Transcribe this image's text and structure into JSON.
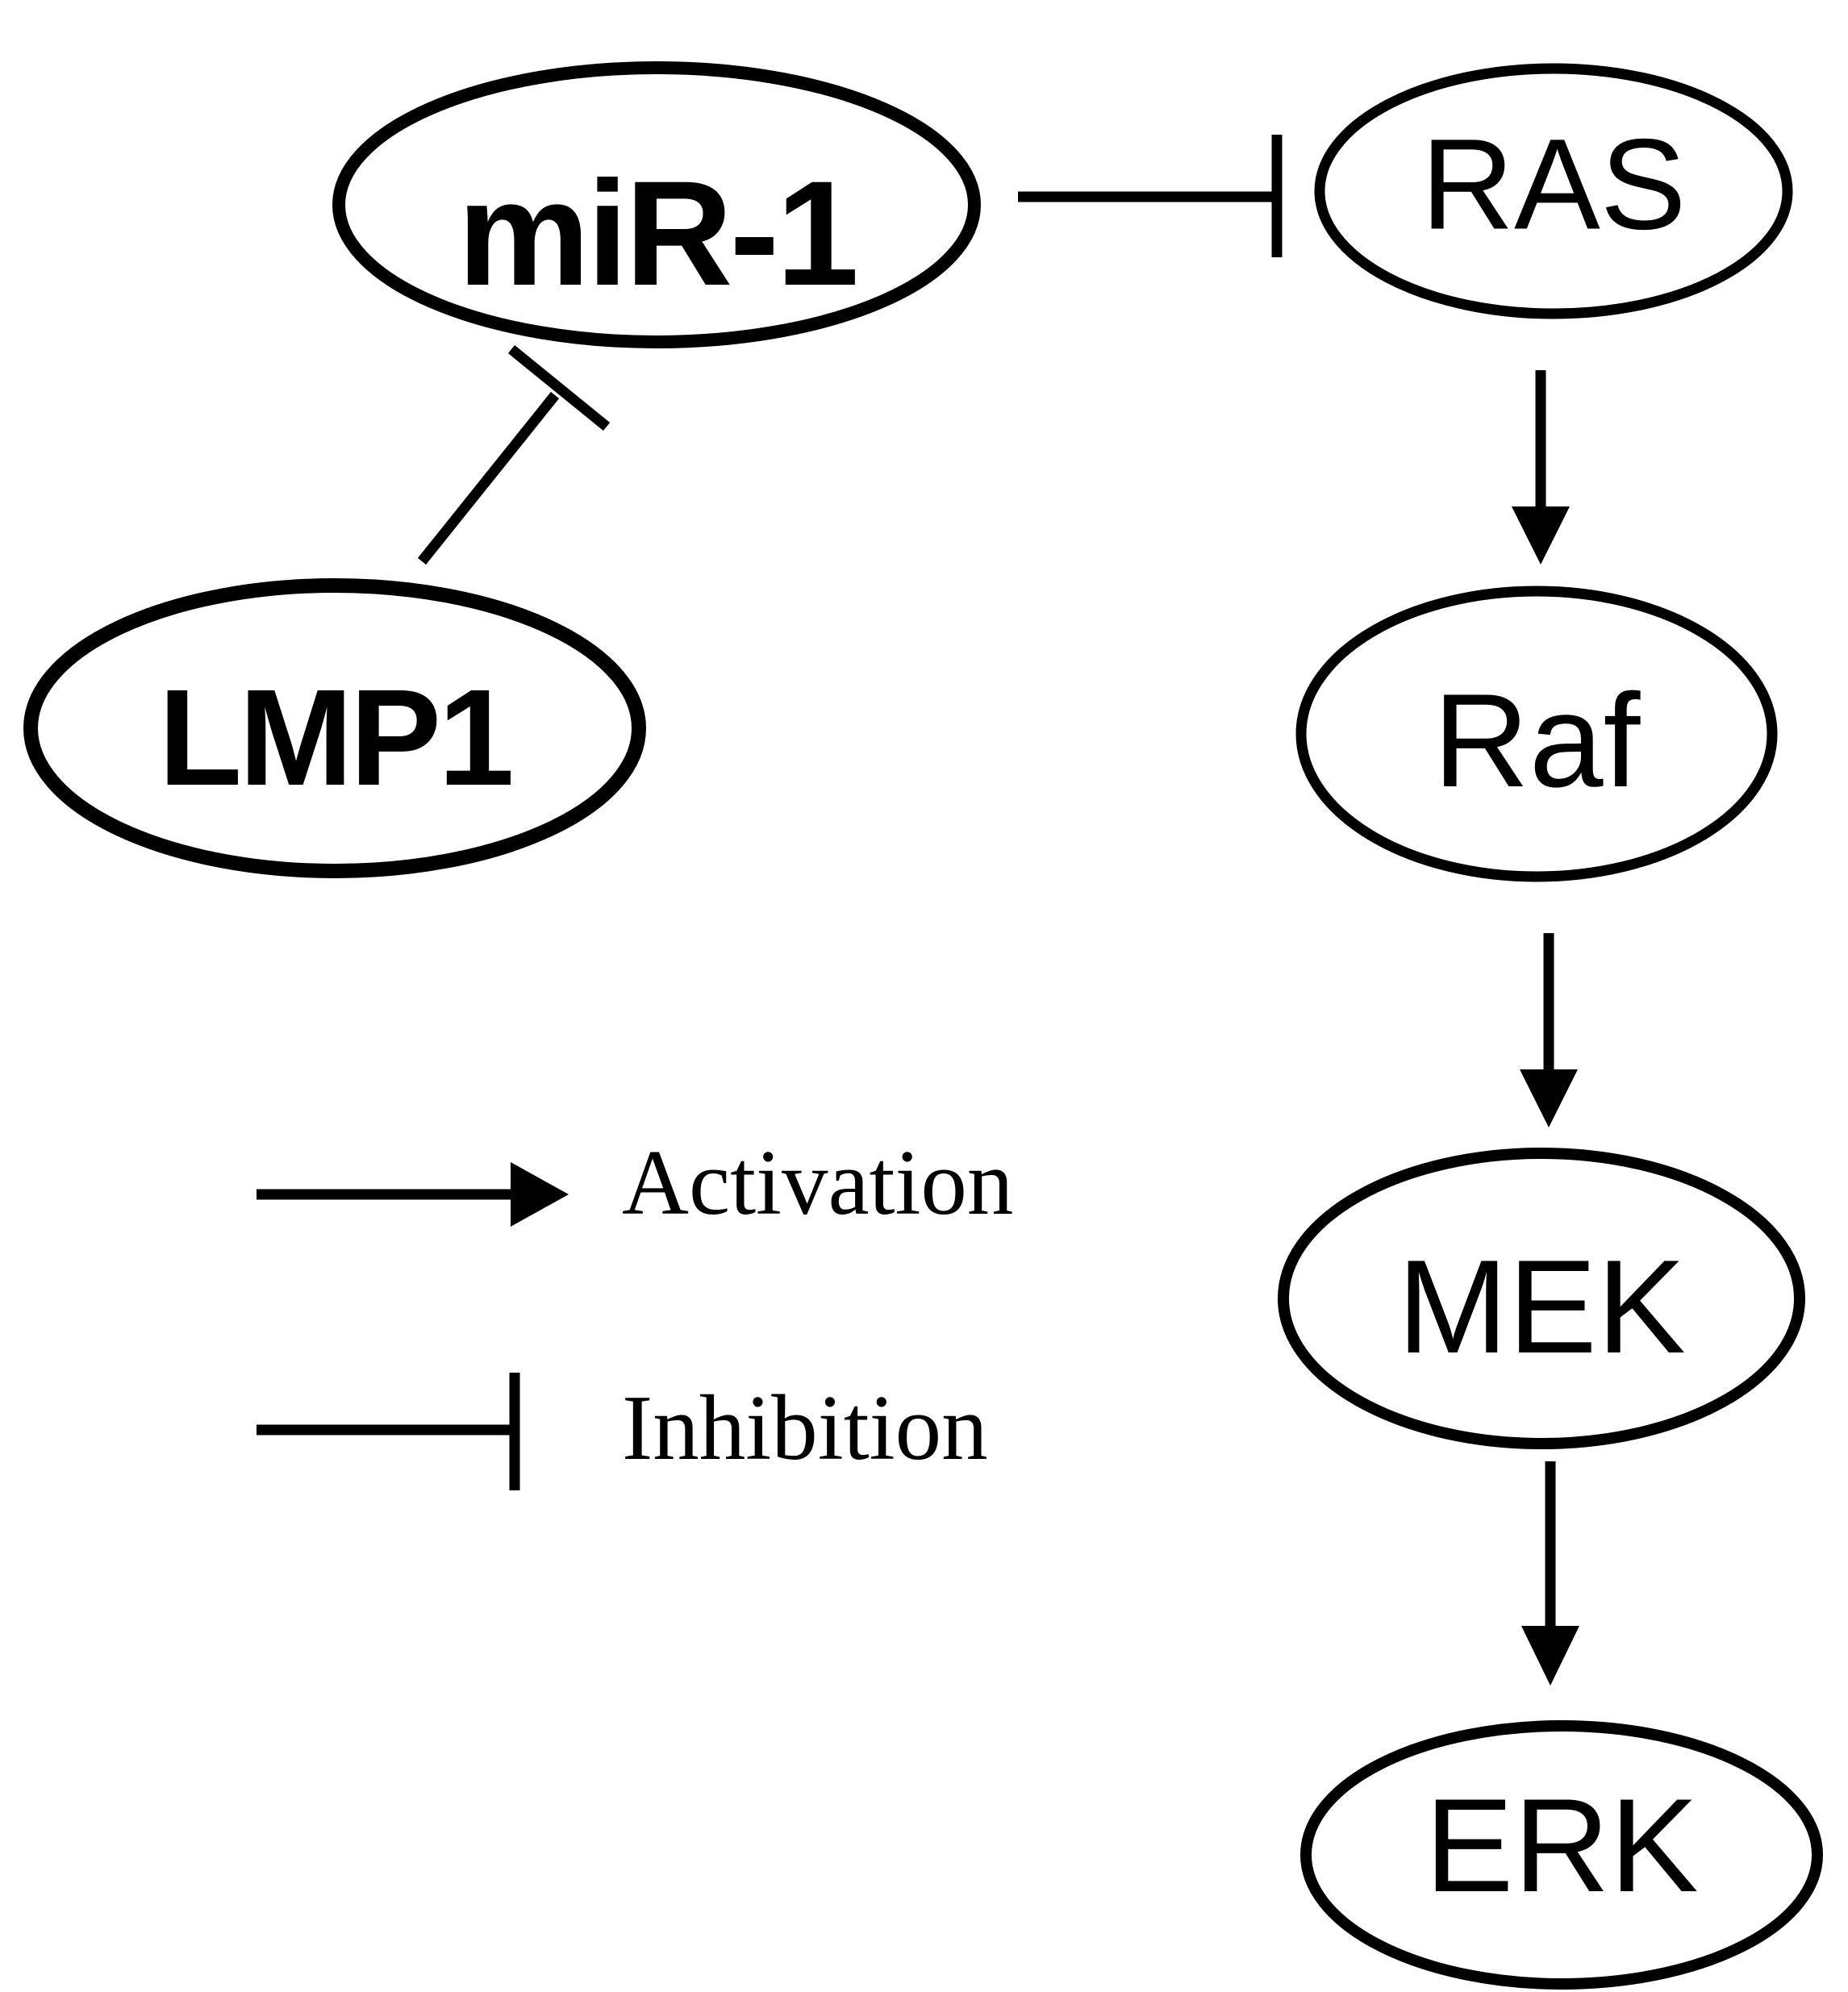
{
  "figure": {
    "type": "pathway-diagram",
    "background": "#ffffff",
    "stroke_color": "#000000"
  },
  "nodes": {
    "mir1": {
      "label": "miR-1"
    },
    "ras": {
      "label": "RAS"
    },
    "lmp1": {
      "label": "LMP1"
    },
    "raf": {
      "label": "Raf"
    },
    "mek": {
      "label": "MEK"
    },
    "erk": {
      "label": "ERK"
    }
  },
  "edges": [
    {
      "from": "LMP1",
      "to": "miR-1",
      "type": "inhibition"
    },
    {
      "from": "miR-1",
      "to": "RAS",
      "type": "inhibition"
    },
    {
      "from": "RAS",
      "to": "Raf",
      "type": "activation"
    },
    {
      "from": "Raf",
      "to": "MEK",
      "type": "activation"
    },
    {
      "from": "MEK",
      "to": "ERK",
      "type": "activation"
    }
  ],
  "legend": {
    "activation_label": "Activation",
    "inhibition_label": "Inhibition"
  }
}
